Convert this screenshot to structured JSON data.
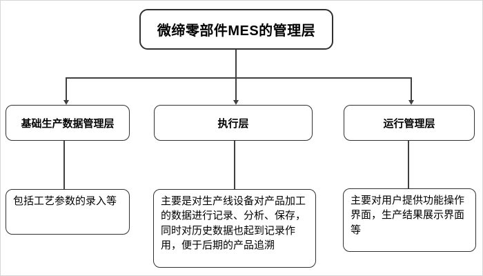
{
  "diagram": {
    "root": {
      "label": "微缔零部件MES的管理层"
    },
    "branches": [
      {
        "title": "基础生产数据管理层",
        "detail": "包括工艺参数的录入等"
      },
      {
        "title": "执行层",
        "detail": "主要是对生产线设备对产品加工的数据进行记录、分析、保存，同时对历史数据也起到记录作用，便于后期的产品追溯"
      },
      {
        "title": "运行管理层",
        "detail": "主要对用户提供功能操作界面，生产结果展示界面等"
      }
    ],
    "colors": {
      "box_border": "#2f2f2f",
      "connector": "#3f3f3f",
      "text": "#000000",
      "background": "#ffffff"
    }
  }
}
